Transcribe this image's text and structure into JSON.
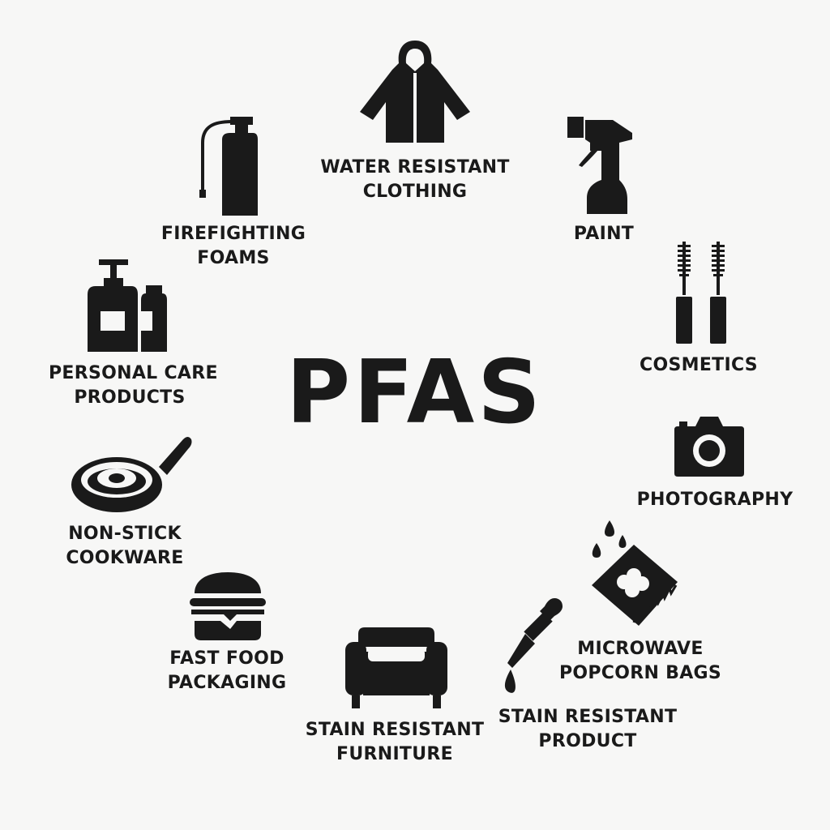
{
  "title": "PFAS",
  "sources": {
    "clothing": [
      "WATER RESISTANT",
      "CLOTHING"
    ],
    "paint": [
      "PAINT"
    ],
    "cosmetics": [
      "COSMETICS"
    ],
    "photography": [
      "PHOTOGRAPHY"
    ],
    "popcorn": [
      "MICROWAVE",
      "POPCORN BAGS"
    ],
    "stain_product": [
      "STAIN RESISTANT",
      "PRODUCT"
    ],
    "furniture": [
      "STAIN RESISTANT",
      "FURNITURE"
    ],
    "fast_food": [
      "FAST FOOD",
      "PACKAGING"
    ],
    "cookware": [
      "NON-STICK",
      "COOKWARE"
    ],
    "personal_care": [
      "PERSONAL CARE",
      "PRODUCTS"
    ],
    "firefighting": [
      "FIREFIGHTING",
      "FOAMS"
    ]
  },
  "colors": {
    "ink": "#1a1a1a",
    "background": "#f7f7f6"
  }
}
